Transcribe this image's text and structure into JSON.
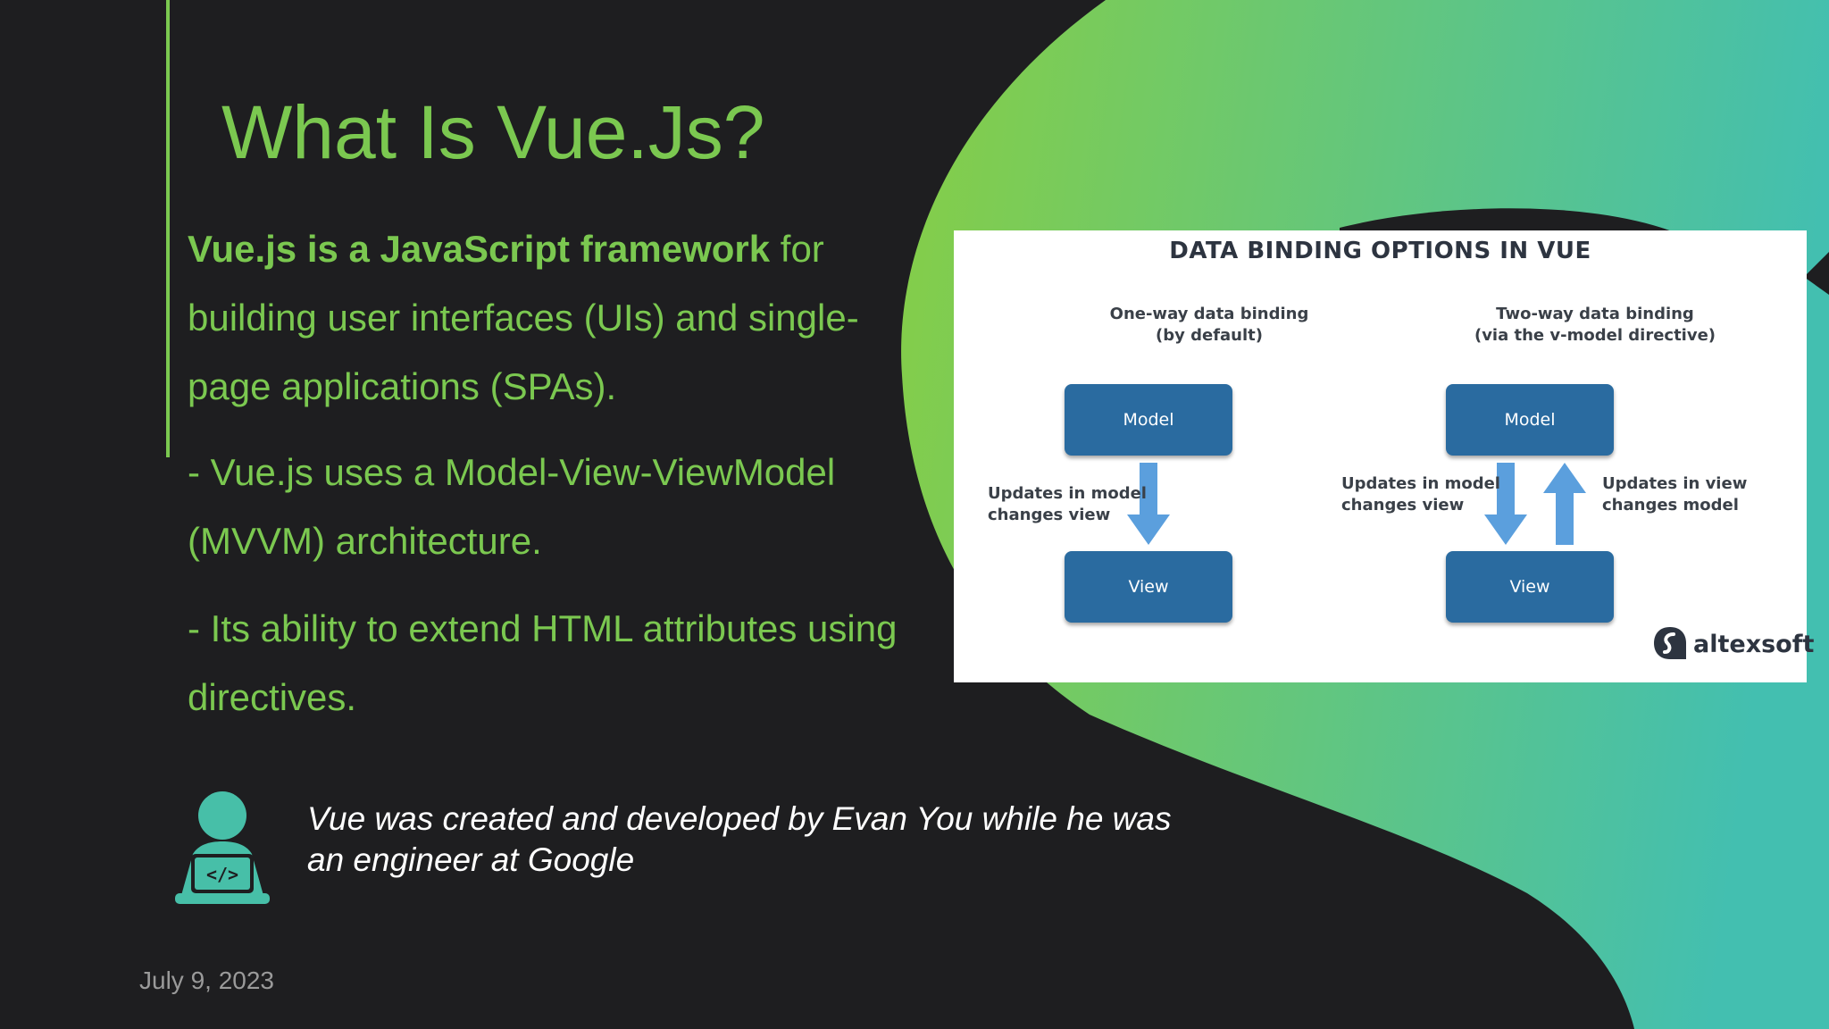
{
  "title": "What Is Vue.Js?",
  "paragraphs": {
    "p1_bold": "Vue.js is a JavaScript framework",
    "p1_rest": " for building user interfaces (UIs) and single-page applications (SPAs).",
    "p2": "- Vue.js uses a Model-View-ViewModel (MVVM) architecture.",
    "p3": "- Its ability to extend HTML attributes using directives."
  },
  "quote": "Vue was created and developed by Evan You while he was an engineer at Google",
  "date": "July 9, 2023",
  "diagram": {
    "title": "DATA BINDING OPTIONS IN VUE",
    "left": {
      "subtitle_line1": "One-way data binding",
      "subtitle_line2": "(by default)",
      "model": "Model",
      "view": "View",
      "note_line1": "Updates in model",
      "note_line2": "changes view"
    },
    "right": {
      "subtitle_line1": "Two-way data binding",
      "subtitle_line2": "(via the v-model directive)",
      "model": "Model",
      "view": "View",
      "note_left_line1": "Updates in model",
      "note_left_line2": "changes view",
      "note_right_line1": "Updates in view",
      "note_right_line2": "changes model"
    },
    "logo": "altexsoft"
  },
  "colors": {
    "background": "#1e1e20",
    "accent_green": "#7bc850",
    "teal": "#47bfa8",
    "box_blue": "#2a6ba0",
    "arrow_blue": "#5b9fdd"
  },
  "icons": {
    "person": "developer-laptop-icon",
    "logo_mark": "altexsoft-logo-icon"
  }
}
